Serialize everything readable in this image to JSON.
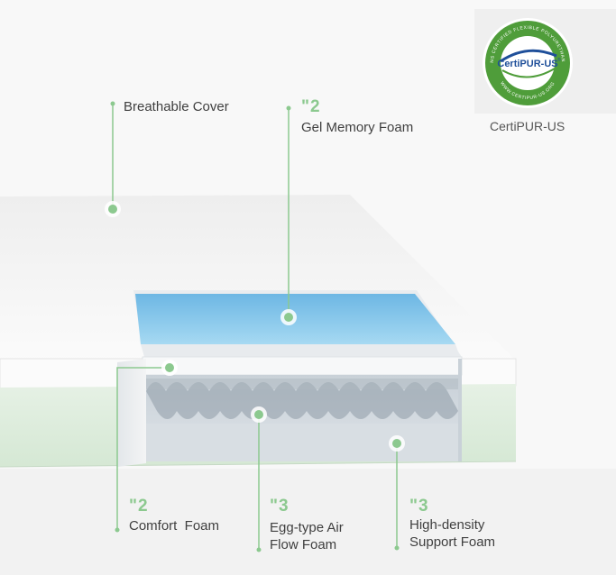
{
  "callouts": {
    "cover": {
      "label": "Breathable Cover"
    },
    "gel": {
      "number": "\"2",
      "label": "Gel Memory Foam"
    },
    "comfort": {
      "number": "\"2",
      "label": "Comfort  Foam"
    },
    "egg": {
      "number": "\"3",
      "line1": "Egg-type Air",
      "line2": "Flow Foam"
    },
    "support": {
      "number": "\"3",
      "line1": "High-density",
      "line2": "Support Foam"
    }
  },
  "certification": {
    "caption": "CertiPUR-US",
    "seal_main": "CertiPUR-US",
    "seal_ring_top": "CONTAINS CERTIFIED FLEXIBLE POLYURETHANE FOAM",
    "seal_ring_bottom": "WWW.CERTIPUR-US.ORG",
    "registered": "®"
  },
  "colors": {
    "accent_green": "#8cc98f",
    "seal_green": "#4f9d3a",
    "seal_blue": "#1f4f9a",
    "gel_blue": "#7cc3ea",
    "mattress_white": "#f2f2f2",
    "side_green": "#dcebdc"
  },
  "icons": {
    "marker": "ring-dot-icon"
  }
}
